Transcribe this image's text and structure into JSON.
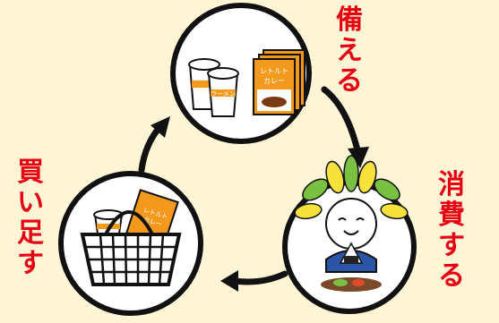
{
  "cycle": {
    "steps": [
      {
        "label": "備える"
      },
      {
        "label": "消費する"
      },
      {
        "label": "買い足す"
      }
    ]
  },
  "items": {
    "ramen_label": "ラーメン",
    "curry_label_1": "レトルト",
    "curry_label_2": "カレー"
  },
  "colors": {
    "background": "#fdf5d6",
    "label_red": "#e60012",
    "package_orange": "#f39a1e",
    "outline_black": "#111111"
  }
}
